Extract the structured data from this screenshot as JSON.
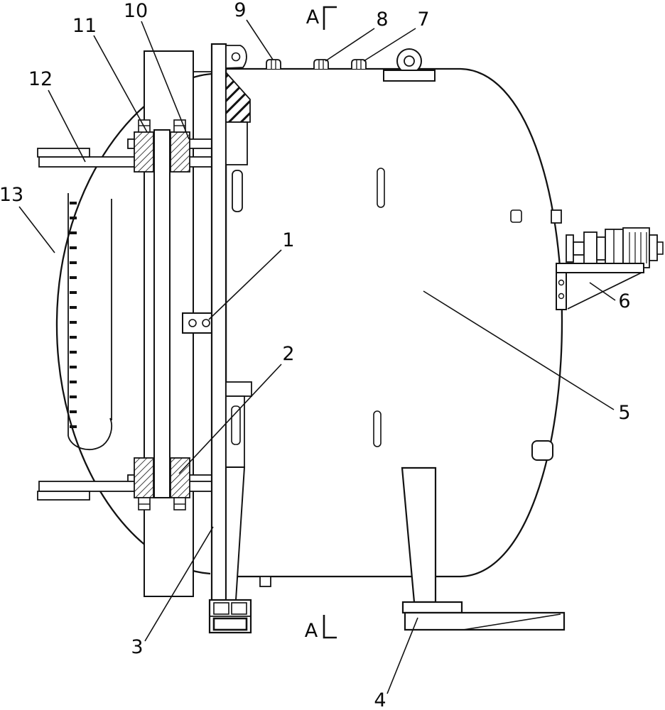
{
  "figure": {
    "background_color": "#ffffff",
    "line_color": "#121212"
  },
  "section_label": "A",
  "callouts": {
    "c1": "1",
    "c2": "2",
    "c3": "3",
    "c4": "4",
    "c5": "5",
    "c6": "6",
    "c7": "7",
    "c8": "8",
    "c9": "9",
    "c10": "10",
    "c11": "11",
    "c12": "12",
    "c13": "13"
  }
}
